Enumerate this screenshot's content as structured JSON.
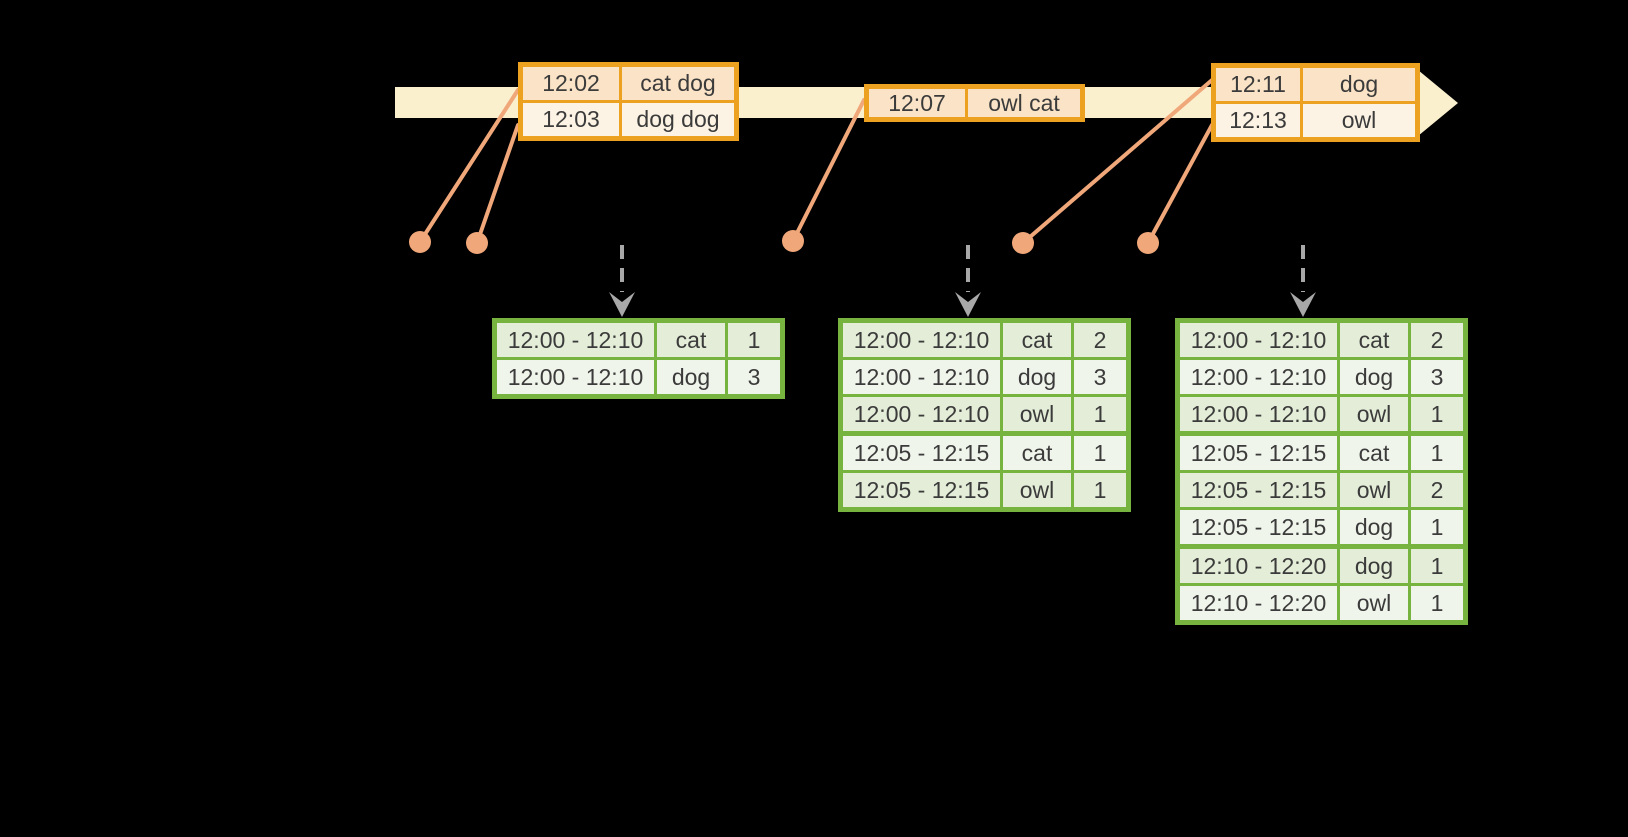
{
  "colors": {
    "background": "#000000",
    "timeline_fill": "#FAF0CE",
    "event_border": "#EDA120",
    "event_row_dark": "#FAE3C6",
    "event_row_light": "#FDF3E4",
    "connector": "#F0A779",
    "trigger_arrow": "#A8A8A8",
    "result_border": "#77B43F",
    "result_row_dark": "#E3EDD7",
    "result_row_light": "#F0F5EB",
    "text": "#3B3B3B"
  },
  "event_tables": [
    {
      "rows": [
        {
          "time": "12:02",
          "words": "cat dog"
        },
        {
          "time": "12:03",
          "words": "dog dog"
        }
      ]
    },
    {
      "rows": [
        {
          "time": "12:07",
          "words": "owl cat"
        }
      ]
    },
    {
      "rows": [
        {
          "time": "12:11",
          "words": "dog"
        },
        {
          "time": "12:13",
          "words": "owl"
        }
      ]
    }
  ],
  "result_tables": [
    {
      "rows": [
        {
          "window": "12:00 - 12:10",
          "word": "cat",
          "count": "1"
        },
        {
          "window": "12:00 - 12:10",
          "word": "dog",
          "count": "3"
        }
      ]
    },
    {
      "rows": [
        {
          "window": "12:00 - 12:10",
          "word": "cat",
          "count": "2"
        },
        {
          "window": "12:00 - 12:10",
          "word": "dog",
          "count": "3"
        },
        {
          "window": "12:00 - 12:10",
          "word": "owl",
          "count": "1"
        },
        {
          "window": "12:05 - 12:15",
          "word": "cat",
          "count": "1"
        },
        {
          "window": "12:05 - 12:15",
          "word": "owl",
          "count": "1"
        }
      ]
    },
    {
      "rows": [
        {
          "window": "12:00 - 12:10",
          "word": "cat",
          "count": "2"
        },
        {
          "window": "12:00 - 12:10",
          "word": "dog",
          "count": "3"
        },
        {
          "window": "12:00 - 12:10",
          "word": "owl",
          "count": "1"
        },
        {
          "window": "12:05 - 12:15",
          "word": "cat",
          "count": "1"
        },
        {
          "window": "12:05 - 12:15",
          "word": "owl",
          "count": "2"
        },
        {
          "window": "12:05 - 12:15",
          "word": "dog",
          "count": "1"
        },
        {
          "window": "12:10 - 12:20",
          "word": "dog",
          "count": "1"
        },
        {
          "window": "12:10 - 12:20",
          "word": "owl",
          "count": "1"
        }
      ]
    }
  ]
}
